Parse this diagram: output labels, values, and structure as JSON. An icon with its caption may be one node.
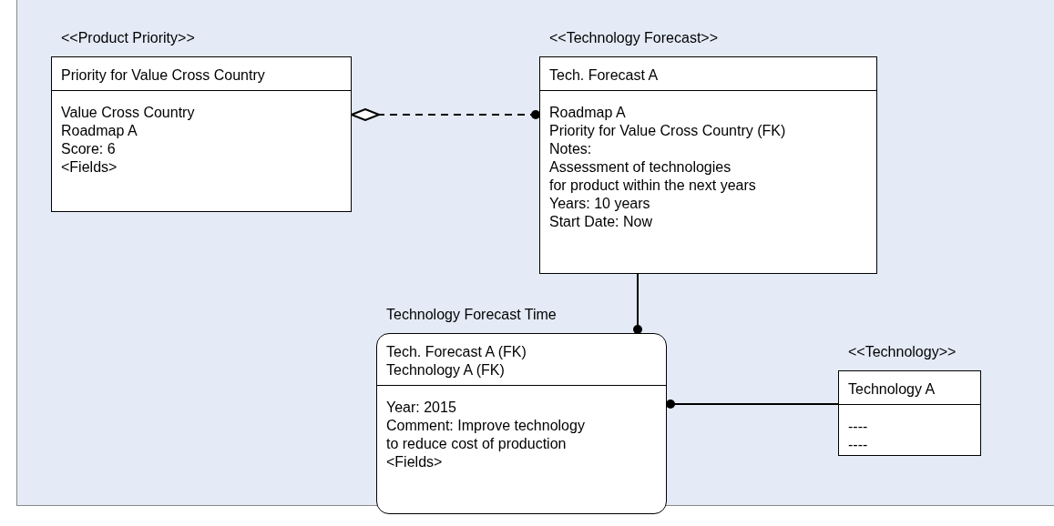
{
  "diagram": {
    "nodes": [
      {
        "text": [
          "<<Product Priority>>",
          "Priority for Value Cross Country",
          "Value Cross Country",
          "Roadmap A",
          "Score: 6",
          "<Fields>"
        ]
      },
      {
        "text": [
          "<<Technology Forecast>>",
          "Tech. Forecast A",
          "Roadmap A",
          "Priority for Value Cross Country (FK)",
          "Notes:",
          "Assessment of technologies",
          "for product within the next years",
          "Years: 10 years",
          "Start Date: Now"
        ]
      },
      {
        "text": [
          "Technology Forecast Time",
          "Tech. Forecast A (FK)",
          "Technology A (FK)",
          "Year: 2015",
          "Comment: Improve technology",
          "to reduce cost of production",
          "<Fields>"
        ]
      },
      {
        "text": [
          "<<Technology>>",
          "Technology A",
          "----",
          "----"
        ]
      }
    ],
    "edges": [
      {
        "from": 0,
        "to": 1,
        "arrow": "other",
        "style": "dashed"
      },
      {
        "from": 1,
        "to": 2,
        "arrow": "other"
      },
      {
        "from": 3,
        "to": 2,
        "arrow": "other"
      }
    ]
  }
}
